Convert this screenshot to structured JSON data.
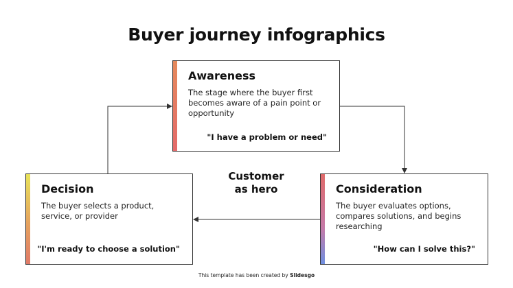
{
  "title": "Buyer journey infographics",
  "center_label": [
    "Customer",
    "as hero"
  ],
  "stages": {
    "awareness": {
      "title": "Awareness",
      "description": "The stage where the buyer first becomes aware of a pain point or opportunity",
      "quote": "\"I have a problem or need\""
    },
    "decision": {
      "title": "Decision",
      "description": "The buyer selects a product, service, or provider",
      "quote": "\"I'm ready to choose a solution\""
    },
    "consideration": {
      "title": "Consideration",
      "description": "The buyer evaluates options, compares solutions, and begins researching",
      "quote": "\"How can I solve this?\""
    }
  },
  "footer": {
    "text": "This template has been created by",
    "brand": "Slidesgo"
  },
  "colors": {
    "awareness_accent": "#e46a6a",
    "decision_accent": "#e8e35a",
    "consideration_accent": "#6f8fe0",
    "connector": "#333333"
  }
}
